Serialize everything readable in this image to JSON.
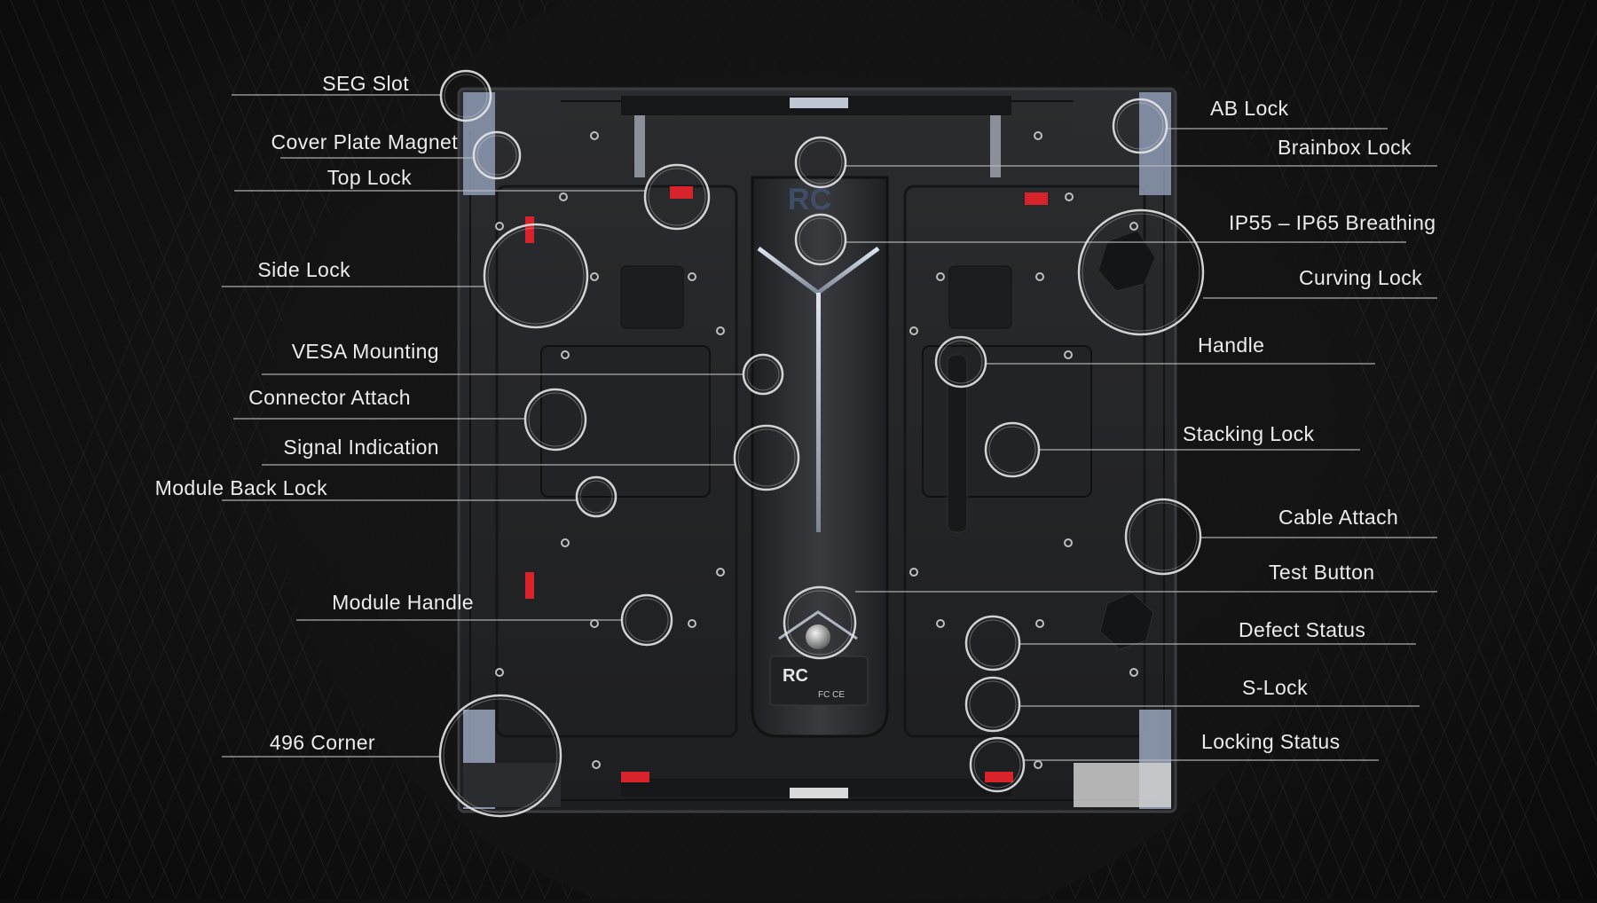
{
  "panel": {
    "brand_mark": "RC",
    "cert_marks": "FC CE"
  },
  "callouts": {
    "left": [
      {
        "id": "seg-slot",
        "label": "SEG Slot"
      },
      {
        "id": "cover-plate-magnet",
        "label": "Cover Plate Magnet"
      },
      {
        "id": "top-lock",
        "label": "Top Lock"
      },
      {
        "id": "side-lock",
        "label": "Side Lock"
      },
      {
        "id": "vesa-mounting",
        "label": "VESA Mounting"
      },
      {
        "id": "connector-attach",
        "label": "Connector Attach"
      },
      {
        "id": "signal-indication",
        "label": "Signal Indication"
      },
      {
        "id": "module-back-lock",
        "label": "Module Back Lock"
      },
      {
        "id": "module-handle",
        "label": "Module Handle"
      },
      {
        "id": "496-corner",
        "label": "496 Corner"
      }
    ],
    "right": [
      {
        "id": "ab-lock",
        "label": "AB Lock"
      },
      {
        "id": "brainbox-lock",
        "label": "Brainbox Lock"
      },
      {
        "id": "ip55-ip65-breathing",
        "label": "IP55 – IP65 Breathing"
      },
      {
        "id": "curving-lock",
        "label": "Curving Lock"
      },
      {
        "id": "handle",
        "label": "Handle"
      },
      {
        "id": "stacking-lock",
        "label": "Stacking Lock"
      },
      {
        "id": "cable-attach",
        "label": "Cable Attach"
      },
      {
        "id": "test-button",
        "label": "Test Button"
      },
      {
        "id": "defect-status",
        "label": "Defect Status"
      },
      {
        "id": "s-lock",
        "label": "S-Lock"
      },
      {
        "id": "locking-status",
        "label": "Locking Status"
      }
    ]
  },
  "colors": {
    "accent_red": "#d8232a",
    "corner_steel": "#9aa6bd",
    "label_text": "#ececec",
    "ring_stroke": "#e6e6e6"
  }
}
